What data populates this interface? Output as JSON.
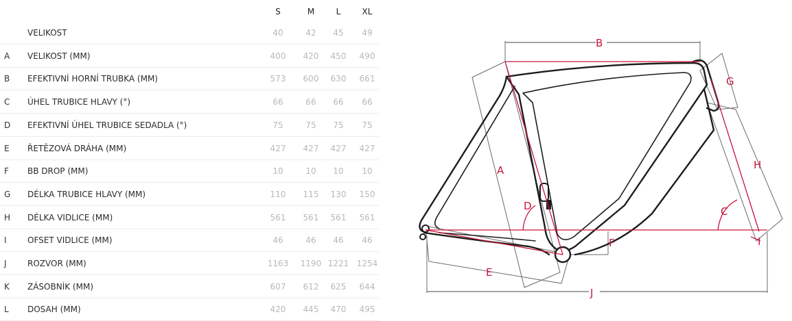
{
  "sizes": [
    "S",
    "M",
    "L",
    "XL"
  ],
  "rows": [
    {
      "letter": "",
      "label": "VELIKOST",
      "values": [
        "40",
        "42",
        "45",
        "49"
      ]
    },
    {
      "letter": "A",
      "label": "VELIKOST (MM)",
      "values": [
        "400",
        "420",
        "450",
        "490"
      ]
    },
    {
      "letter": "B",
      "label": "EFEKTIVNÍ HORNÍ TRUBKA (MM)",
      "values": [
        "573",
        "600",
        "630",
        "661"
      ]
    },
    {
      "letter": "C",
      "label": "ÚHEL TRUBICE HLAVY (°)",
      "values": [
        "66",
        "66",
        "66",
        "66"
      ]
    },
    {
      "letter": "D",
      "label": "EFEKTIVNÍ ÚHEL TRUBICE SEDADLA (°)",
      "values": [
        "75",
        "75",
        "75",
        "75"
      ]
    },
    {
      "letter": "E",
      "label": "ŘETĚZOVÁ DRÁHA (MM)",
      "values": [
        "427",
        "427",
        "427",
        "427"
      ]
    },
    {
      "letter": "F",
      "label": "BB DROP (MM)",
      "values": [
        "10",
        "10",
        "10",
        "10"
      ]
    },
    {
      "letter": "G",
      "label": "DÉLKA TRUBICE HLAVY (MM)",
      "values": [
        "110",
        "115",
        "130",
        "150"
      ]
    },
    {
      "letter": "H",
      "label": "DÉLKA VIDLICE (MM)",
      "values": [
        "561",
        "561",
        "561",
        "561"
      ]
    },
    {
      "letter": "I",
      "label": "OFSET VIDLICE (MM)",
      "values": [
        "46",
        "46",
        "46",
        "46"
      ]
    },
    {
      "letter": "J",
      "label": "ROZVOR (MM)",
      "values": [
        "1163",
        "1190",
        "1221",
        "1254"
      ]
    },
    {
      "letter": "K",
      "label": "ZÁSOBNÍK (MM)",
      "values": [
        "607",
        "612",
        "625",
        "644"
      ]
    },
    {
      "letter": "L",
      "label": "DOSAH (MM)",
      "values": [
        "420",
        "445",
        "470",
        "495"
      ]
    }
  ],
  "diagram": {
    "labels": {
      "A": "A",
      "B": "B",
      "C": "C",
      "D": "D",
      "E": "E",
      "F": "F",
      "G": "G",
      "H": "H",
      "I": "I",
      "J": "J"
    },
    "colors": {
      "frame": "#1c1c1c",
      "dimension": "#c8143c",
      "guide": "#6a6a6a"
    }
  }
}
